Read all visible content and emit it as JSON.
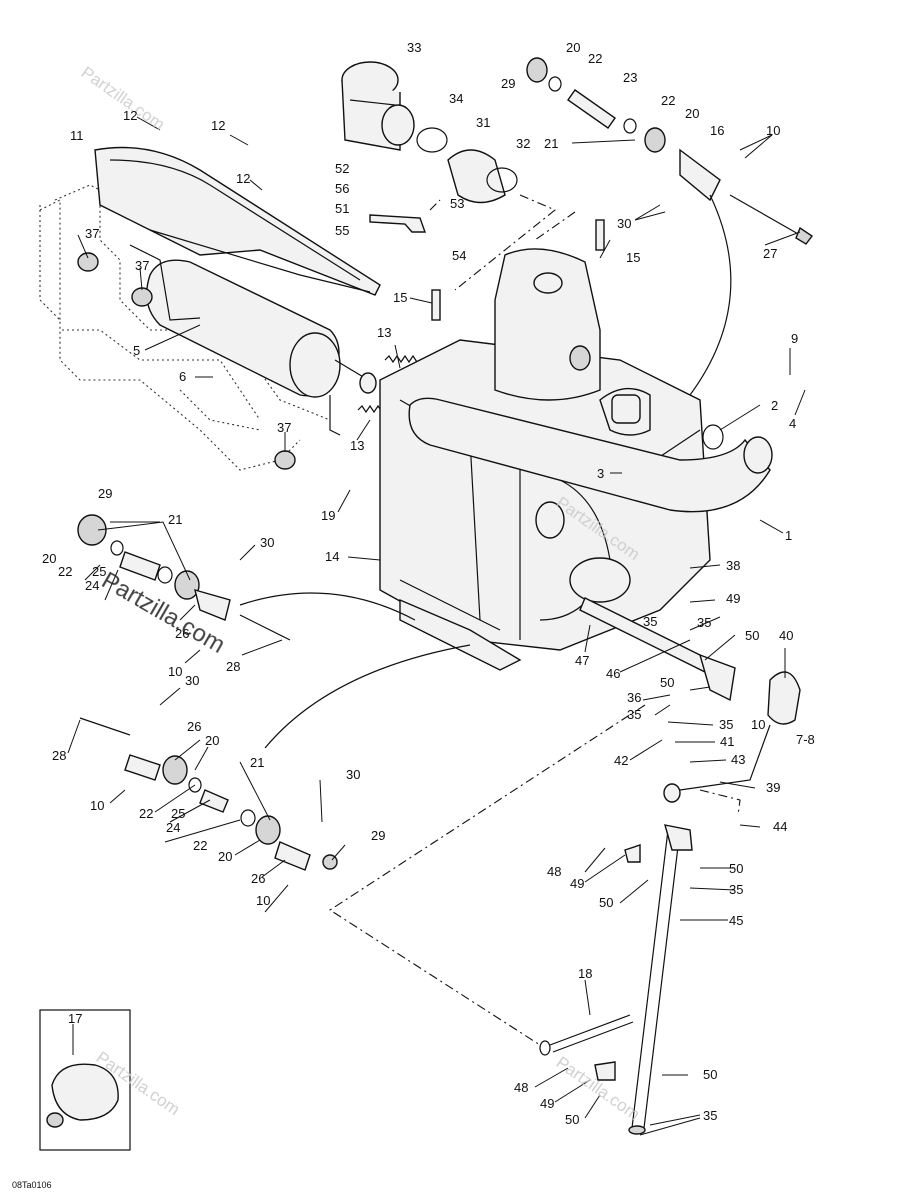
{
  "diagram_code": "08Ta0106",
  "watermark": "Partzilla.com",
  "inset_callout": "17",
  "labels": {
    "l33": "33",
    "l20a": "20",
    "l22a": "22",
    "l29a": "29",
    "l23": "23",
    "l34": "34",
    "l31": "31",
    "l32": "32",
    "l22b": "22",
    "l20b": "20",
    "l21a": "21",
    "l16": "16",
    "l10a": "10",
    "l11": "11",
    "l12a": "12",
    "l12b": "12",
    "l12c": "12",
    "l52": "52",
    "l56": "56",
    "l51": "51",
    "l53": "53",
    "l55": "55",
    "l54": "54",
    "l30a": "30",
    "l27": "27",
    "l15a": "15",
    "l15b": "15",
    "l37a": "37",
    "l37b": "37",
    "l37c": "37",
    "l5": "5",
    "l6": "6",
    "l13a": "13",
    "l13b": "13",
    "l9": "9",
    "l4": "4",
    "l2": "2",
    "l3": "3",
    "l19": "19",
    "l1": "1",
    "l14": "14",
    "l29b": "29",
    "l21b": "21",
    "l20c": "20",
    "l22c": "22",
    "l24a": "24",
    "l25a": "25",
    "l30b": "30",
    "l26a": "26",
    "l10b": "10",
    "l28a": "28",
    "l38": "38",
    "l49a": "49",
    "l35a": "35",
    "l47": "47",
    "l50a": "50",
    "l40": "40",
    "l46": "46",
    "l50b": "50",
    "l36": "36",
    "l35b": "35",
    "l10c": "10",
    "l7": "7-8",
    "l41": "41",
    "l43": "43",
    "l42": "42",
    "l39": "39",
    "l30c": "30",
    "l28b": "28",
    "l26b": "26",
    "l20d": "20",
    "l21c": "21",
    "l10d": "10",
    "l22d": "22",
    "l25b": "25",
    "l24b": "24",
    "l22e": "22",
    "l20e": "20",
    "l30d": "30",
    "l29c": "29",
    "l26c": "26",
    "l10e": "10",
    "l44": "44",
    "l48a": "48",
    "l50c": "50",
    "l49b": "49",
    "l35c": "35",
    "l50d": "50",
    "l45": "45",
    "l18": "18",
    "l50e": "50",
    "l48b": "48",
    "l49c": "49",
    "l50f": "50",
    "l35d": "35"
  }
}
